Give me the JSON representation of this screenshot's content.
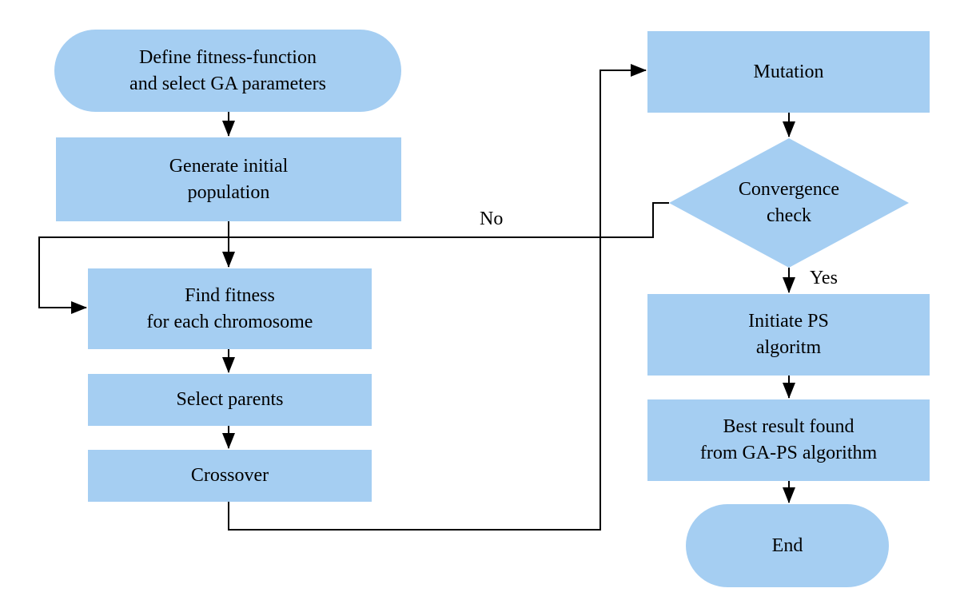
{
  "colors": {
    "node_fill": "#A5CEF2",
    "line": "#000000",
    "text": "#000000",
    "background": "#FFFFFF"
  },
  "nodes": {
    "define_params": {
      "type": "terminator",
      "label": "Define fitness-function\nand select GA parameters"
    },
    "generate_population": {
      "type": "process",
      "label": "Generate initial\npopulation"
    },
    "find_fitness": {
      "type": "process",
      "label": "Find fitness\nfor each chromosome"
    },
    "select_parents": {
      "type": "process",
      "label": "Select parents"
    },
    "crossover": {
      "type": "process",
      "label": "Crossover"
    },
    "mutation": {
      "type": "process",
      "label": "Mutation"
    },
    "convergence_check": {
      "type": "decision",
      "label": "Convergence\ncheck"
    },
    "initiate_ps": {
      "type": "process",
      "label": "Initiate PS\nalgoritm"
    },
    "best_result": {
      "type": "process",
      "label": "Best result found\nfrom GA-PS algorithm"
    },
    "end": {
      "type": "terminator",
      "label": "End"
    }
  },
  "edge_labels": {
    "no": "No",
    "yes": "Yes"
  }
}
